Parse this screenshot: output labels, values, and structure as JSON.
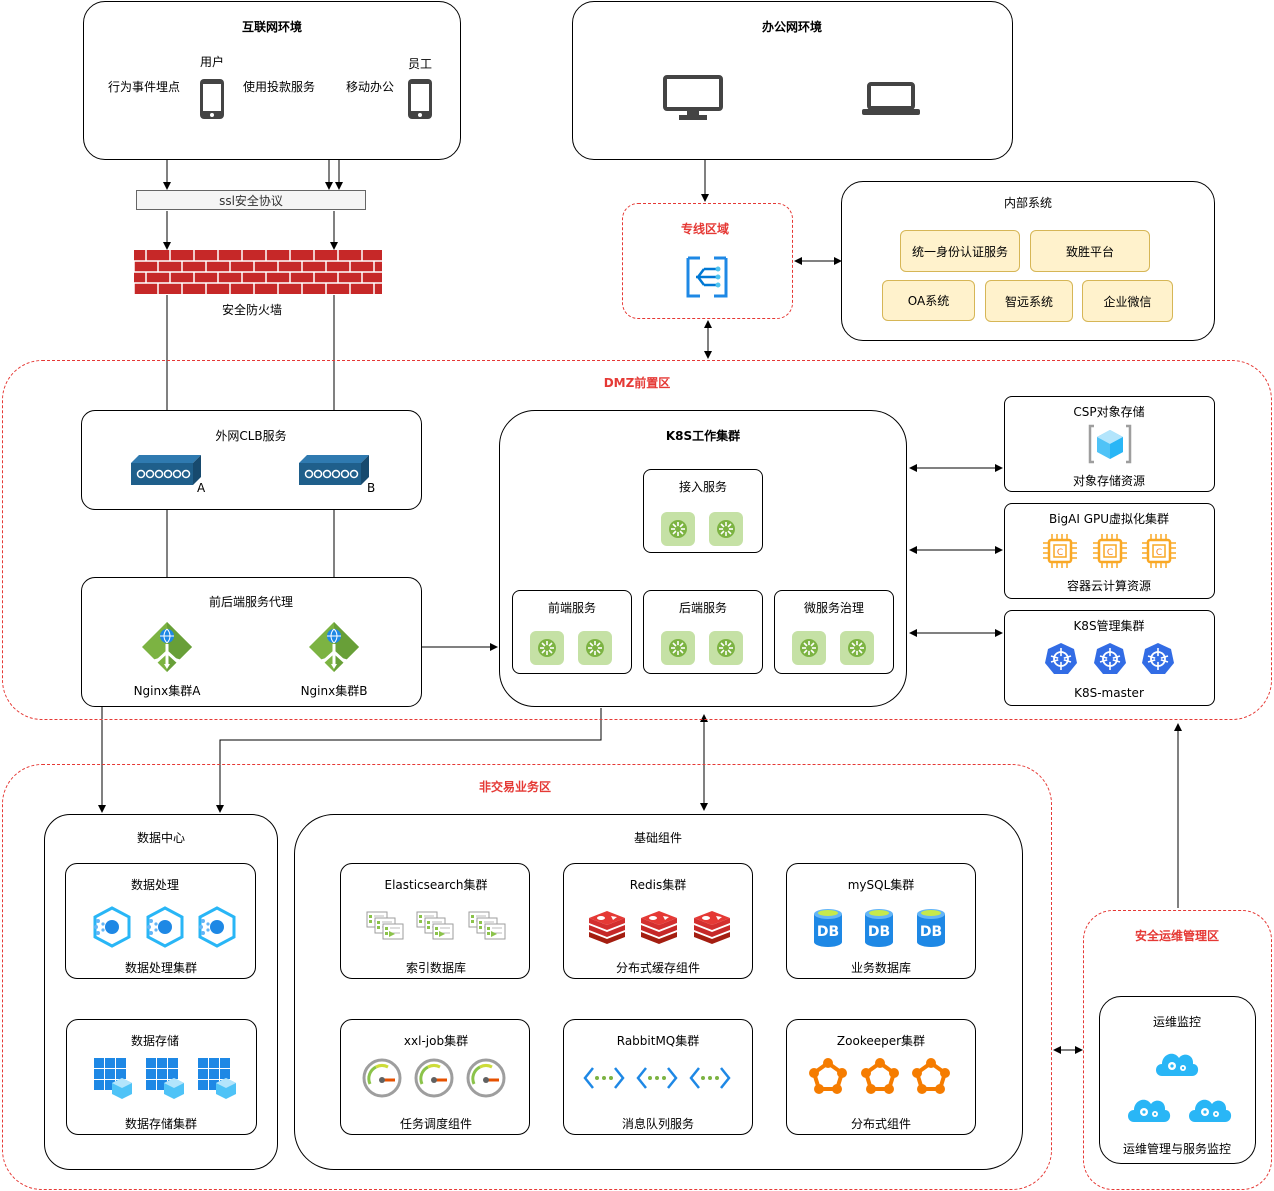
{
  "internet": {
    "title": "互联网环境",
    "user": "用户",
    "employee": "员工",
    "tracking": "行为事件埋点",
    "investment": "使用投款服务",
    "mobile_office": "移动办公"
  },
  "ssl": "ssl安全协议",
  "firewall": "安全防火墙",
  "office": {
    "title": "办公网环境"
  },
  "dedicated": {
    "title": "专线区域"
  },
  "internal": {
    "title": "内部系统",
    "items": [
      "统一身份认证服务",
      "致胜平台",
      "OA系统",
      "智远系统",
      "企业微信"
    ]
  },
  "dmz": {
    "title": "DMZ前置区",
    "clb": {
      "title": "外网CLB服务",
      "a": "A",
      "b": "B"
    },
    "proxy": {
      "title": "前后端服务代理",
      "nginx_a": "Nginx集群A",
      "nginx_b": "Nginx集群B"
    },
    "k8s": {
      "title": "K8S工作集群",
      "access": "接入服务",
      "frontend": "前端服务",
      "backend": "后端服务",
      "micro": "微服务治理"
    },
    "csp": {
      "title": "CSP对象存储",
      "sub": "对象存储资源"
    },
    "gpu": {
      "title": "BigAI GPU虚拟化集群",
      "sub": "容器云计算资源"
    },
    "k8s_mgmt": {
      "title": "K8S管理集群",
      "sub": "K8S-master"
    }
  },
  "nontrade": {
    "title": "非交易业务区",
    "datacenter": {
      "title": "数据中心",
      "processing": "数据处理",
      "processing_sub": "数据处理集群",
      "storage": "数据存储",
      "storage_sub": "数据存储集群"
    },
    "base": {
      "title": "基础组件",
      "es": {
        "title": "Elasticsearch集群",
        "sub": "索引数据库"
      },
      "redis": {
        "title": "Redis集群",
        "sub": "分布式缓存组件"
      },
      "mysql": {
        "title": "mySQL集群",
        "sub": "业务数据库",
        "db": "DB"
      },
      "xxl": {
        "title": "xxl-job集群",
        "sub": "任务调度组件"
      },
      "mq": {
        "title": "RabbitMQ集群",
        "sub": "消息队列服务"
      },
      "zk": {
        "title": "Zookeeper集群",
        "sub": "分布式组件"
      }
    }
  },
  "secops": {
    "title": "安全运维管理区",
    "monitor": "运维监控",
    "sub": "运维管理与服务监控"
  },
  "colors": {
    "zone_border": "#e53935",
    "firewall": "#c62828",
    "clb": "#1f5f8b",
    "nginx": "#7cb342",
    "azure_blue": "#1e88e5",
    "redis": "#c62828",
    "zk": "#f57c00",
    "chip": "#f9a825",
    "k8s": "#326ce5"
  }
}
